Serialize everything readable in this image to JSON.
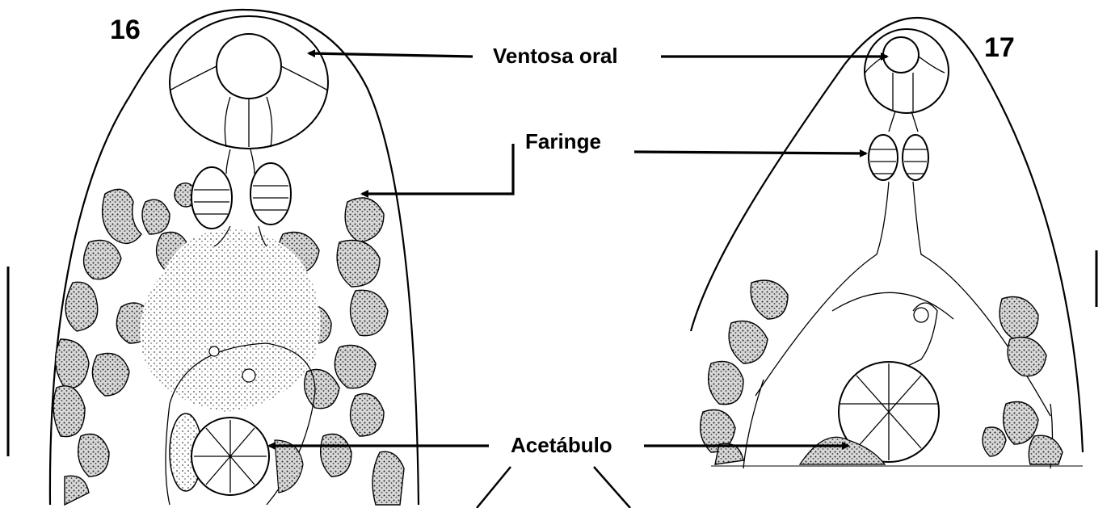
{
  "figures": [
    {
      "number": "16"
    },
    {
      "number": "17"
    }
  ],
  "labels": {
    "oral_sucker": "Ventosa oral",
    "pharynx": "Faringe",
    "acetabulum": "Acetábulo"
  },
  "colors": {
    "ink": "#000000",
    "background": "#ffffff"
  }
}
